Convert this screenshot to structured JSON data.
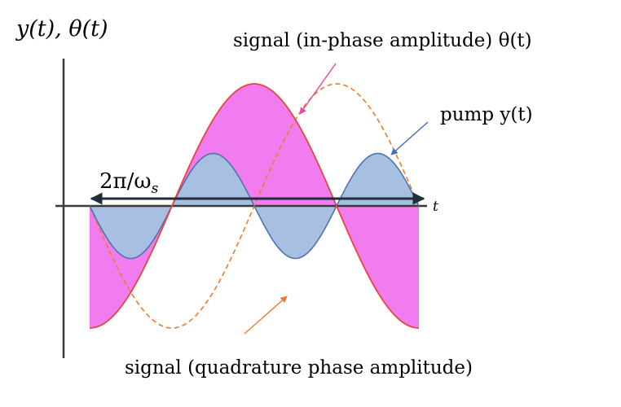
{
  "labels": {
    "axis_label": "y(t), θ(t)",
    "time_axis": "t",
    "in_phase": "signal (in-phase amplitude) θ(t)",
    "pump": "pump y(t)",
    "period": "2π/ω",
    "period_sub": "s",
    "quadrature": "signal (quadrature phase amplitude)"
  },
  "colors": {
    "axis": "#3a3a3a",
    "in_phase_line": "#e8463a",
    "in_phase_fill": "#f07cf0",
    "pump_line": "#4f72b0",
    "pump_fill": "#a7bfe0",
    "quadrature_line": "#f07a2a",
    "in_phase_arrow": "#e8469a",
    "pump_arrow": "#3f6fb4",
    "quadrature_arrow": "#f07a2a",
    "period_arrow": "#1f2d3d"
  },
  "curves": {
    "in_phase": "-cos(2πt/T)",
    "quadrature": "-sin(2πt/T)",
    "pump": "-sin(4πt/T)",
    "pump_relative_amplitude": 0.43
  }
}
